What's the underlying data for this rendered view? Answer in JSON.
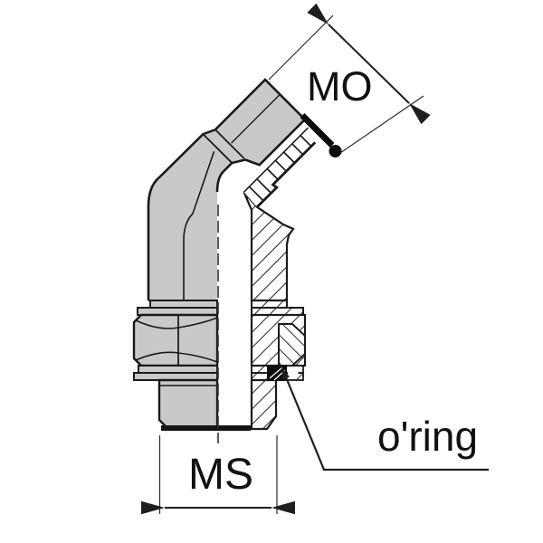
{
  "diagram": {
    "labels": {
      "mo": "MO",
      "ms": "MS",
      "oring": "o'ring"
    },
    "colors": {
      "background": "#ffffff",
      "part_gray": "#cac9c7",
      "outline": "#1a1a1a",
      "hatch": "#222222",
      "seal_black": "#0d0d0d",
      "dimension_line": "#1f1f1f",
      "label_text": "#111111"
    }
  }
}
